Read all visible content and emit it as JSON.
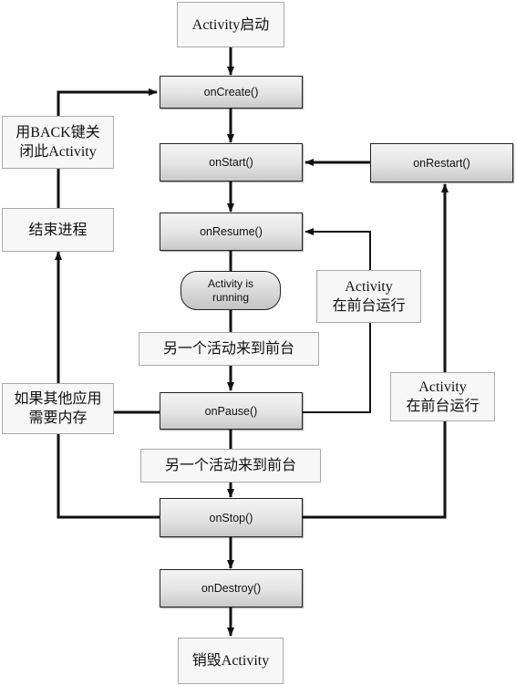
{
  "launch": "Activity启动",
  "on_create": "onCreate()",
  "on_start": "onStart()",
  "on_restart": "onRestart()",
  "on_resume": "onResume()",
  "running": [
    "Activity is",
    "running"
  ],
  "on_pause": "onPause()",
  "on_stop": "onStop()",
  "on_destroy": "onDestroy()",
  "destroy": "销毁Activity",
  "back_close": [
    "用BACK键关",
    "闭此Activity"
  ],
  "end_process": "结束进程",
  "foreground_resume": [
    "Activity",
    "在前台运行"
  ],
  "foreground_restart": [
    "Activity",
    "在前台运行"
  ],
  "other_activity_1": "另一个活动来到前台",
  "other_activity_2": "另一个活动来到前台",
  "memory_needed": [
    "如果其他应用",
    "需要内存"
  ]
}
